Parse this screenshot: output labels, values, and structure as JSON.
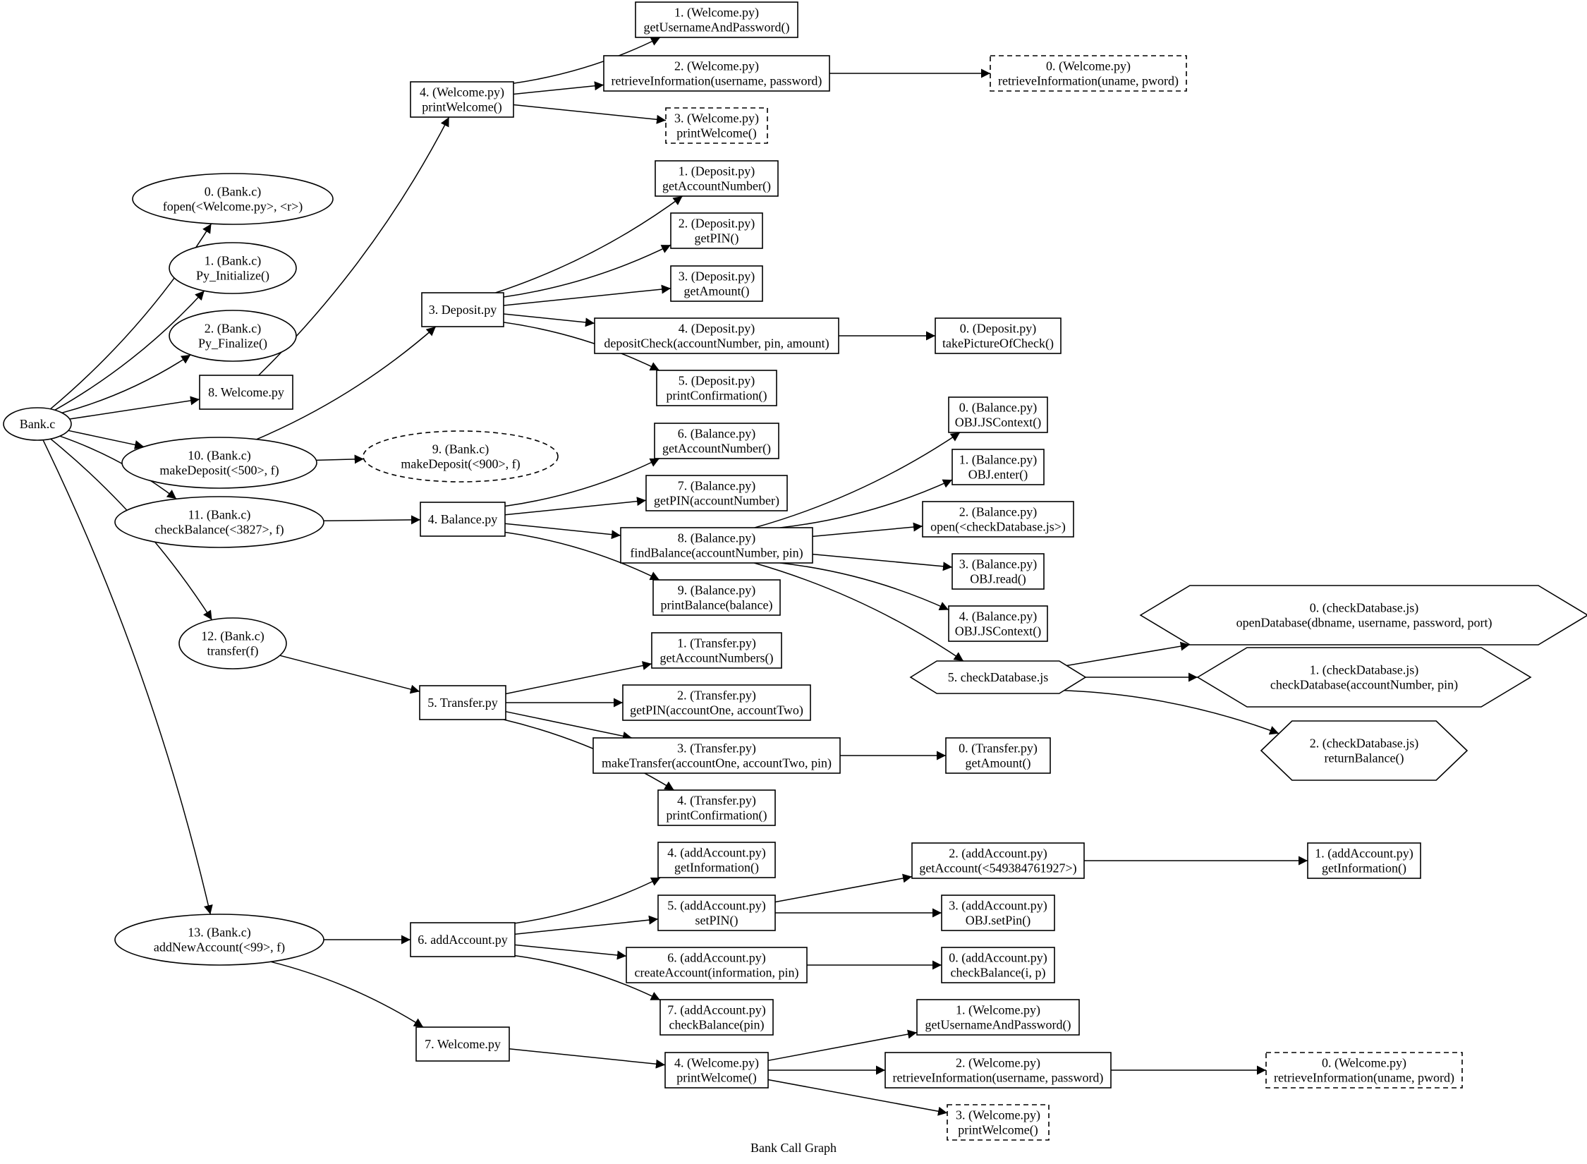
{
  "graph": {
    "label": "Bank Call Graph",
    "nodes": [
      {
        "id": "bank_c",
        "lines": [
          "Bank.c"
        ],
        "shape": "ellipse",
        "style": "solid"
      },
      {
        "id": "b0",
        "lines": [
          "0. (Bank.c)",
          "fopen(<Welcome.py>, <r>)"
        ],
        "shape": "ellipse",
        "style": "solid"
      },
      {
        "id": "b1",
        "lines": [
          "1. (Bank.c)",
          "Py_Initialize()"
        ],
        "shape": "ellipse",
        "style": "solid"
      },
      {
        "id": "b2",
        "lines": [
          "2. (Bank.c)",
          "Py_Finalize()"
        ],
        "shape": "ellipse",
        "style": "solid"
      },
      {
        "id": "b8",
        "lines": [
          "8. Welcome.py"
        ],
        "shape": "box",
        "style": "solid"
      },
      {
        "id": "b10",
        "lines": [
          "10. (Bank.c)",
          "makeDeposit(<500>, f)"
        ],
        "shape": "ellipse",
        "style": "solid"
      },
      {
        "id": "b9",
        "lines": [
          "9. (Bank.c)",
          "makeDeposit(<900>, f)"
        ],
        "shape": "ellipse",
        "style": "dashed"
      },
      {
        "id": "b11",
        "lines": [
          "11. (Bank.c)",
          "checkBalance(<3827>, f)"
        ],
        "shape": "ellipse",
        "style": "solid"
      },
      {
        "id": "b12",
        "lines": [
          "12. (Bank.c)",
          "transfer(f)"
        ],
        "shape": "ellipse",
        "style": "solid"
      },
      {
        "id": "b13",
        "lines": [
          "13. (Bank.c)",
          "addNewAccount(<99>, f)"
        ],
        "shape": "ellipse",
        "style": "solid"
      },
      {
        "id": "w4a",
        "lines": [
          "4. (Welcome.py)",
          "printWelcome()"
        ],
        "shape": "box",
        "style": "solid"
      },
      {
        "id": "w1a",
        "lines": [
          "1. (Welcome.py)",
          "getUsernameAndPassword()"
        ],
        "shape": "box",
        "style": "solid"
      },
      {
        "id": "w2a",
        "lines": [
          "2. (Welcome.py)",
          "retrieveInformation(username, password)"
        ],
        "shape": "box",
        "style": "solid"
      },
      {
        "id": "w0a",
        "lines": [
          "0. (Welcome.py)",
          "retrieveInformation(uname, pword)"
        ],
        "shape": "box",
        "style": "dashed"
      },
      {
        "id": "w3a",
        "lines": [
          "3. (Welcome.py)",
          "printWelcome()"
        ],
        "shape": "box",
        "style": "dashed"
      },
      {
        "id": "dep",
        "lines": [
          "3. Deposit.py"
        ],
        "shape": "box",
        "style": "solid"
      },
      {
        "id": "d1",
        "lines": [
          "1. (Deposit.py)",
          "getAccountNumber()"
        ],
        "shape": "box",
        "style": "solid"
      },
      {
        "id": "d2",
        "lines": [
          "2. (Deposit.py)",
          "getPIN()"
        ],
        "shape": "box",
        "style": "solid"
      },
      {
        "id": "d3",
        "lines": [
          "3. (Deposit.py)",
          "getAmount()"
        ],
        "shape": "box",
        "style": "solid"
      },
      {
        "id": "d4",
        "lines": [
          "4. (Deposit.py)",
          "depositCheck(accountNumber, pin, amount)"
        ],
        "shape": "box",
        "style": "solid"
      },
      {
        "id": "d0",
        "lines": [
          "0. (Deposit.py)",
          "takePictureOfCheck()"
        ],
        "shape": "box",
        "style": "solid"
      },
      {
        "id": "d5",
        "lines": [
          "5. (Deposit.py)",
          "printConfirmation()"
        ],
        "shape": "box",
        "style": "solid"
      },
      {
        "id": "bal",
        "lines": [
          "4. Balance.py"
        ],
        "shape": "box",
        "style": "solid"
      },
      {
        "id": "bl6",
        "lines": [
          "6. (Balance.py)",
          "getAccountNumber()"
        ],
        "shape": "box",
        "style": "solid"
      },
      {
        "id": "bl7",
        "lines": [
          "7. (Balance.py)",
          "getPIN(accountNumber)"
        ],
        "shape": "box",
        "style": "solid"
      },
      {
        "id": "bl8",
        "lines": [
          "8. (Balance.py)",
          "findBalance(accountNumber, pin)"
        ],
        "shape": "box",
        "style": "solid"
      },
      {
        "id": "bl9",
        "lines": [
          "9. (Balance.py)",
          "printBalance(balance)"
        ],
        "shape": "box",
        "style": "solid"
      },
      {
        "id": "bl0",
        "lines": [
          "0. (Balance.py)",
          "OBJ.JSContext()"
        ],
        "shape": "box",
        "style": "solid"
      },
      {
        "id": "bl1",
        "lines": [
          "1. (Balance.py)",
          "OBJ.enter()"
        ],
        "shape": "box",
        "style": "solid"
      },
      {
        "id": "bl2",
        "lines": [
          "2. (Balance.py)",
          "open(<checkDatabase.js>)"
        ],
        "shape": "box",
        "style": "solid"
      },
      {
        "id": "bl3",
        "lines": [
          "3. (Balance.py)",
          "OBJ.read()"
        ],
        "shape": "box",
        "style": "solid"
      },
      {
        "id": "bl4",
        "lines": [
          "4. (Balance.py)",
          "OBJ.JSContext()"
        ],
        "shape": "box",
        "style": "solid"
      },
      {
        "id": "cdb",
        "lines": [
          "5. checkDatabase.js"
        ],
        "shape": "hexagon",
        "style": "solid"
      },
      {
        "id": "c0",
        "lines": [
          "0. (checkDatabase.js)",
          "openDatabase(dbname, username, password, port)"
        ],
        "shape": "hexagon",
        "style": "solid"
      },
      {
        "id": "c1",
        "lines": [
          "1. (checkDatabase.js)",
          "checkDatabase(accountNumber, pin)"
        ],
        "shape": "hexagon",
        "style": "solid"
      },
      {
        "id": "c2",
        "lines": [
          "2. (checkDatabase.js)",
          "returnBalance()"
        ],
        "shape": "hexagon",
        "style": "solid"
      },
      {
        "id": "tr",
        "lines": [
          "5. Transfer.py"
        ],
        "shape": "box",
        "style": "solid"
      },
      {
        "id": "t1",
        "lines": [
          "1. (Transfer.py)",
          "getAccountNumbers()"
        ],
        "shape": "box",
        "style": "solid"
      },
      {
        "id": "t2",
        "lines": [
          "2. (Transfer.py)",
          "getPIN(accountOne, accountTwo)"
        ],
        "shape": "box",
        "style": "solid"
      },
      {
        "id": "t3",
        "lines": [
          "3. (Transfer.py)",
          "makeTransfer(accountOne, accountTwo, pin)"
        ],
        "shape": "box",
        "style": "solid"
      },
      {
        "id": "t0",
        "lines": [
          "0. (Transfer.py)",
          "getAmount()"
        ],
        "shape": "box",
        "style": "solid"
      },
      {
        "id": "t4",
        "lines": [
          "4. (Transfer.py)",
          "printConfirmation()"
        ],
        "shape": "box",
        "style": "solid"
      },
      {
        "id": "acc",
        "lines": [
          "6. addAccount.py"
        ],
        "shape": "box",
        "style": "solid"
      },
      {
        "id": "a4",
        "lines": [
          "4. (addAccount.py)",
          "getInformation()"
        ],
        "shape": "box",
        "style": "solid"
      },
      {
        "id": "a5",
        "lines": [
          "5. (addAccount.py)",
          "setPIN()"
        ],
        "shape": "box",
        "style": "solid"
      },
      {
        "id": "a6",
        "lines": [
          "6. (addAccount.py)",
          "createAccount(information, pin)"
        ],
        "shape": "box",
        "style": "solid"
      },
      {
        "id": "a7",
        "lines": [
          "7. (addAccount.py)",
          "checkBalance(pin)"
        ],
        "shape": "box",
        "style": "solid"
      },
      {
        "id": "a2",
        "lines": [
          "2. (addAccount.py)",
          "getAccount(<549384761927>)"
        ],
        "shape": "box",
        "style": "solid"
      },
      {
        "id": "a1",
        "lines": [
          "1. (addAccount.py)",
          "getInformation()"
        ],
        "shape": "box",
        "style": "solid"
      },
      {
        "id": "a3",
        "lines": [
          "3. (addAccount.py)",
          "OBJ.setPin()"
        ],
        "shape": "box",
        "style": "solid"
      },
      {
        "id": "a0",
        "lines": [
          "0. (addAccount.py)",
          "checkBalance(i, p)"
        ],
        "shape": "box",
        "style": "solid"
      },
      {
        "id": "wel7",
        "lines": [
          "7. Welcome.py"
        ],
        "shape": "box",
        "style": "solid"
      },
      {
        "id": "w4b",
        "lines": [
          "4. (Welcome.py)",
          "printWelcome()"
        ],
        "shape": "box",
        "style": "solid"
      },
      {
        "id": "w1b",
        "lines": [
          "1. (Welcome.py)",
          "getUsernameAndPassword()"
        ],
        "shape": "box",
        "style": "solid"
      },
      {
        "id": "w2b",
        "lines": [
          "2. (Welcome.py)",
          "retrieveInformation(username, password)"
        ],
        "shape": "box",
        "style": "solid"
      },
      {
        "id": "w0b",
        "lines": [
          "0. (Welcome.py)",
          "retrieveInformation(uname, pword)"
        ],
        "shape": "box",
        "style": "dashed"
      },
      {
        "id": "w3b",
        "lines": [
          "3. (Welcome.py)",
          "printWelcome()"
        ],
        "shape": "box",
        "style": "dashed"
      }
    ],
    "edges": [
      [
        "bank_c",
        "b0"
      ],
      [
        "bank_c",
        "b1"
      ],
      [
        "bank_c",
        "b2"
      ],
      [
        "bank_c",
        "b8"
      ],
      [
        "bank_c",
        "b10"
      ],
      [
        "bank_c",
        "b11"
      ],
      [
        "bank_c",
        "b12"
      ],
      [
        "bank_c",
        "b13"
      ],
      [
        "b8",
        "w4a"
      ],
      [
        "w4a",
        "w1a"
      ],
      [
        "w4a",
        "w2a"
      ],
      [
        "w4a",
        "w3a"
      ],
      [
        "w2a",
        "w0a"
      ],
      [
        "b10",
        "dep"
      ],
      [
        "b10",
        "b9"
      ],
      [
        "dep",
        "d1"
      ],
      [
        "dep",
        "d2"
      ],
      [
        "dep",
        "d3"
      ],
      [
        "dep",
        "d4"
      ],
      [
        "dep",
        "d5"
      ],
      [
        "d4",
        "d0"
      ],
      [
        "b11",
        "bal"
      ],
      [
        "bal",
        "bl6"
      ],
      [
        "bal",
        "bl7"
      ],
      [
        "bal",
        "bl8"
      ],
      [
        "bal",
        "bl9"
      ],
      [
        "bl8",
        "bl0"
      ],
      [
        "bl8",
        "bl1"
      ],
      [
        "bl8",
        "bl2"
      ],
      [
        "bl8",
        "bl3"
      ],
      [
        "bl8",
        "bl4"
      ],
      [
        "bl8",
        "cdb"
      ],
      [
        "cdb",
        "c0"
      ],
      [
        "cdb",
        "c1"
      ],
      [
        "cdb",
        "c2"
      ],
      [
        "b12",
        "tr"
      ],
      [
        "tr",
        "t1"
      ],
      [
        "tr",
        "t2"
      ],
      [
        "tr",
        "t3"
      ],
      [
        "tr",
        "t4"
      ],
      [
        "t3",
        "t0"
      ],
      [
        "b13",
        "acc"
      ],
      [
        "b13",
        "wel7"
      ],
      [
        "acc",
        "a4"
      ],
      [
        "acc",
        "a5"
      ],
      [
        "acc",
        "a6"
      ],
      [
        "acc",
        "a7"
      ],
      [
        "a5",
        "a2"
      ],
      [
        "a5",
        "a3"
      ],
      [
        "a2",
        "a1"
      ],
      [
        "a6",
        "a0"
      ],
      [
        "wel7",
        "w4b"
      ],
      [
        "w4b",
        "w1b"
      ],
      [
        "w4b",
        "w2b"
      ],
      [
        "w4b",
        "w3b"
      ],
      [
        "w2b",
        "w0b"
      ]
    ]
  }
}
